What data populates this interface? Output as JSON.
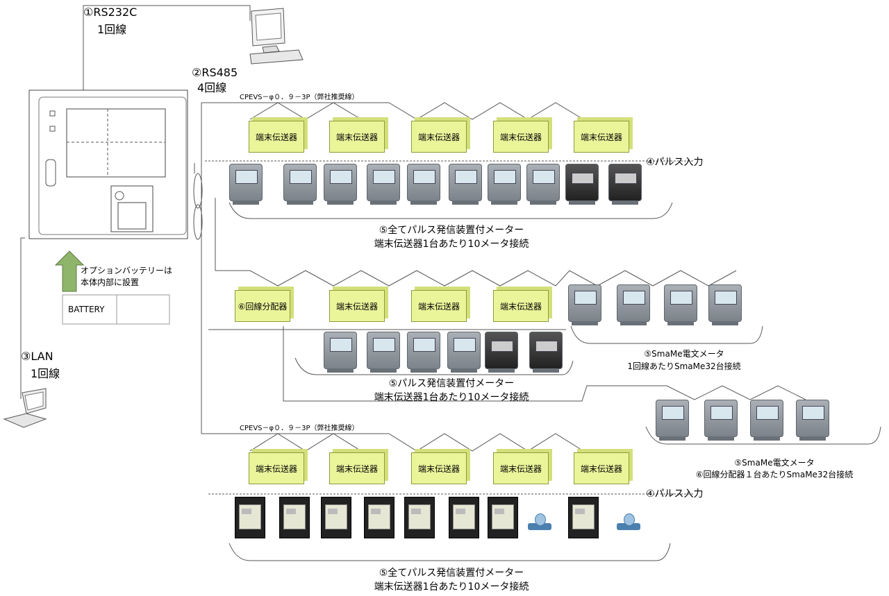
{
  "labels": {
    "rs232c": "①RS232C",
    "rs232c_lines": "1回線",
    "rs485": "②RS485",
    "rs485_lines": "4回線",
    "lan": "③LAN",
    "lan_lines": "1回線",
    "pulse_input": "④パルス入力",
    "cable": "CPEVS－φ０．９－3P（弊社推奨線）",
    "battery": "BATTERY",
    "battery_note_1": "オプションバッテリーは",
    "battery_note_2": "本体内部に設置",
    "terminal": "端末伝送器",
    "distributor": "⑥回線分配器",
    "row1_note_1": "⑤全てパルス発信装置付メーター",
    "row1_note_2": "端末伝送器1台あたり10メータ接続",
    "row2_note_1": "⑤パルス発信装置付メーター",
    "row2_note_2": "端末伝送器1台あたり10メータ接続",
    "smame1_note_1": "⑤SmaMe電文メータ",
    "smame1_note_2": "1回線あたりSmaMe32台接続",
    "smame2_note_1": "⑤SmaMe電文メータ",
    "smame2_note_2": "⑥回線分配器１台あたりSmaMe32台接続",
    "row3_note_1": "⑤全てパルス発信装置付メーター",
    "row3_note_2": "端末伝送器1台あたり10メータ接続"
  },
  "colors": {
    "terminal_fill": "#eaf59a",
    "line": "#555555",
    "arrow": "#8fb56a"
  },
  "icons": [
    "monitor-icon",
    "laptop-icon",
    "up-arrow-icon"
  ]
}
